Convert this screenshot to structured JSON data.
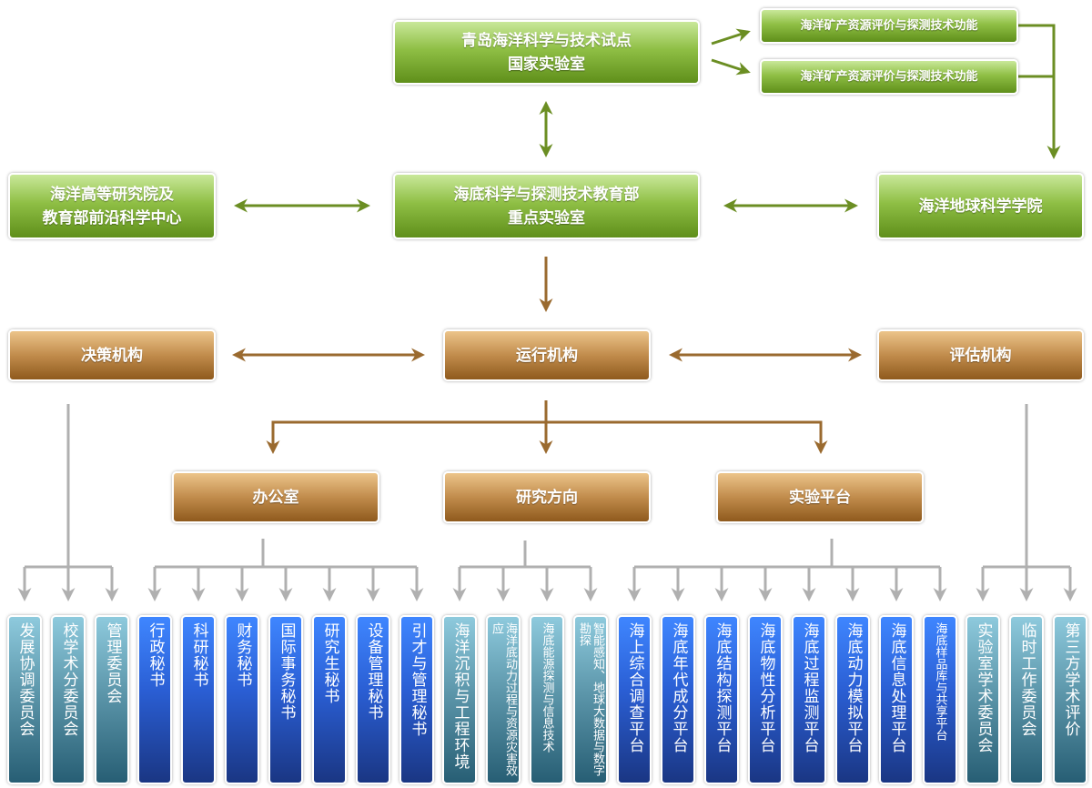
{
  "colors": {
    "green_arrow": "#6b8e23",
    "brown_arrow": "#9a6a2f",
    "gray_arrow": "#b0b0b0",
    "teal_box": "#4a8aa0",
    "blue_box": "#2a5ed3"
  },
  "top": {
    "national_lab": [
      "青岛海洋科学与技术试点",
      "国家实验室"
    ],
    "functions": [
      "海洋矿产资源评价与探测技术功能",
      "海洋矿产资源评价与探测技术功能"
    ]
  },
  "row2": {
    "left": [
      "海洋高等研究院及",
      "教育部前沿科学中心"
    ],
    "center": [
      "海底科学与探测技术教育部",
      "重点实验室"
    ],
    "right": "海洋地球科学学院"
  },
  "row3": {
    "left": "决策机构",
    "center": "运行机构",
    "right": "评估机构"
  },
  "row4": {
    "office": "办公室",
    "research": "研究方向",
    "platform": "实验平台"
  },
  "bottom": {
    "decision": [
      "发展协调委员会",
      "校学术分委员会",
      "管理委员会"
    ],
    "office": [
      "行政秘书",
      "科研秘书",
      "财务秘书",
      "国际事务秘书",
      "研究生秘书",
      "设备管理秘书",
      "引才与管理秘书"
    ],
    "research": [
      "海洋沉积与工程环境",
      "海洋底动力过程与资源灾害效应",
      "海底能源探测与信息技术",
      "智能感知、地球大数据与数字勘探"
    ],
    "platform": [
      "海上综合调查平台",
      "海底年代成分平台",
      "海底结构探测平台",
      "海底物性分析平台",
      "海底过程监测平台",
      "海底动力模拟平台",
      "海底信息处理平台",
      "海底样品库与共享平台"
    ],
    "evaluation": [
      "实验室学术委员会",
      "临时工作委员会",
      "第三方学术评价"
    ]
  }
}
